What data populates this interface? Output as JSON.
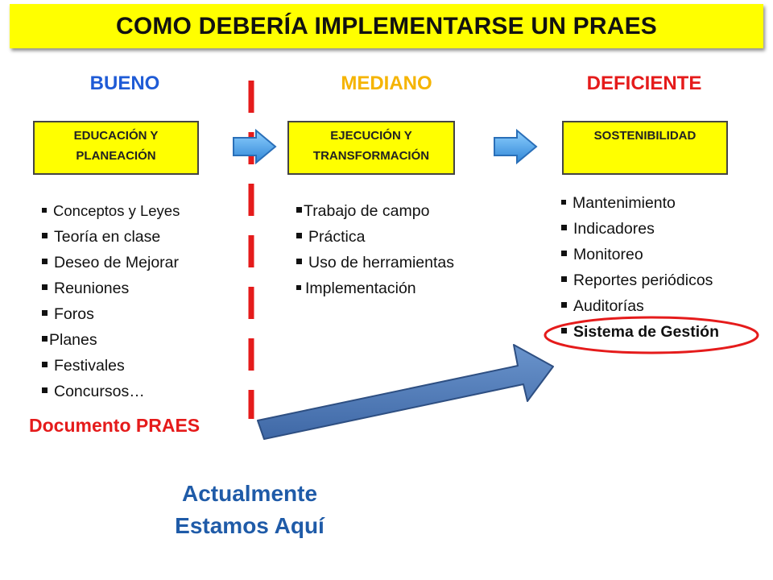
{
  "title": "COMO DEBERÍA IMPLEMENTARSE UN PRAES",
  "columns": {
    "bueno": "BUENO",
    "mediano": "MEDIANO",
    "deficiente": "DEFICIENTE"
  },
  "column_colors": {
    "bueno": "#1f5bd6",
    "mediano": "#f5b400",
    "deficiente": "#e51b1b"
  },
  "stages": {
    "educacion_line1": "EDUCACIÓN Y",
    "educacion_line2": "PLANEACIÓN",
    "ejecucion_line1": "EJECUCIÓN Y",
    "ejecucion_line2": "TRANSFORMACIÓN",
    "sostenibilidad": "SOSTENIBILIDAD"
  },
  "lists": {
    "educacion": [
      "Conceptos y Leyes",
      "Teoría en clase",
      "Deseo de Mejorar",
      "Reuniones",
      "Foros",
      "Planes",
      "Festivales",
      "Concursos…"
    ],
    "ejecucion": [
      "Trabajo de campo",
      "Práctica",
      "Uso de herramientas",
      "Implementación"
    ],
    "sostenibilidad": [
      "Mantenimiento",
      "Indicadores",
      "Monitoreo",
      "Reportes periódicos",
      "Auditorías",
      "Sistema de Gestión"
    ]
  },
  "documento": "Documento PRAES",
  "status": {
    "line1": "Actualmente",
    "line2": "Estamos Aquí"
  },
  "icons": {
    "flow_arrow": "right-arrow-icon",
    "big_arrow": "diagonal-arrow-icon",
    "highlight": "ellipse-highlight"
  },
  "colors": {
    "banner": "#ffff00",
    "stage_box": "#ffff00",
    "arrow_blue": "#4fa6e6",
    "big_arrow": "#4f7ab8",
    "divider_red": "#e51b1b"
  }
}
